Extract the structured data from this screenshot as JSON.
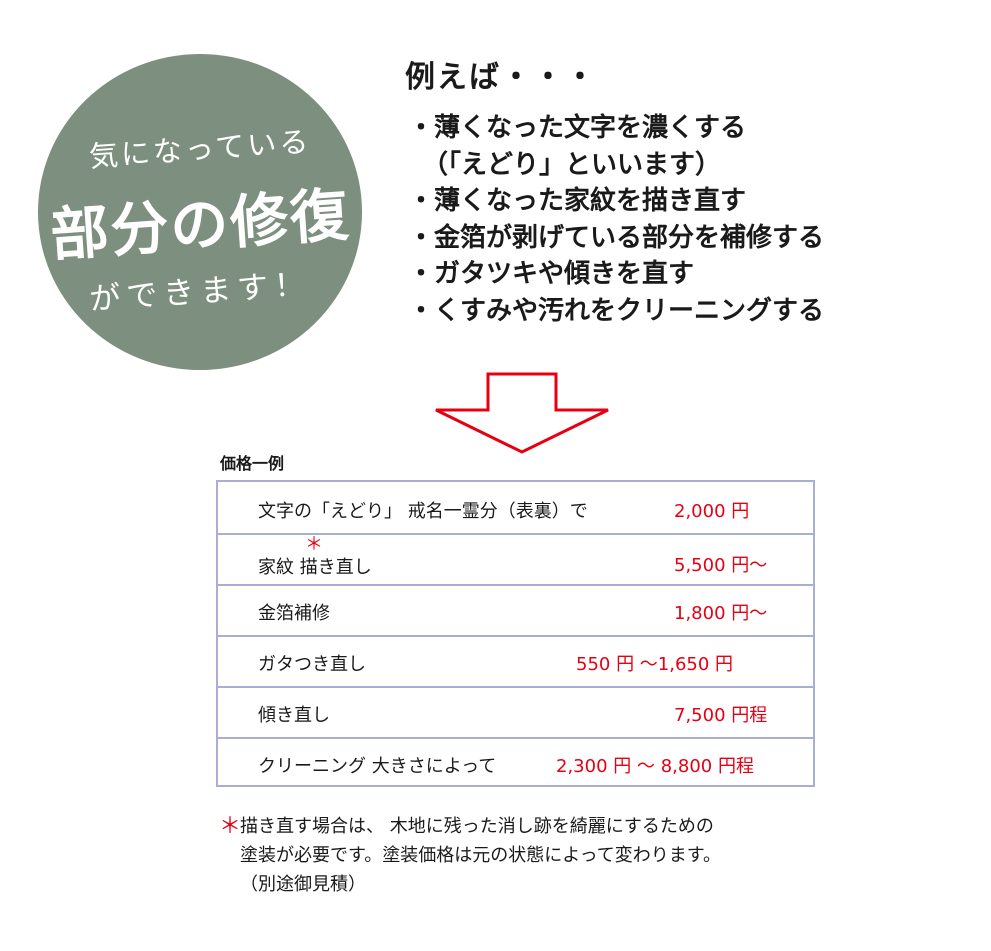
{
  "circle": {
    "line1": "気になっている",
    "line2": "部分の修復",
    "line3": "ができます！"
  },
  "examples": {
    "title": "例えば・・・",
    "items": [
      "・薄くなった文字を濃くする",
      "（「えどり」といいます）",
      "・薄くなった家紋を描き直す",
      "・金箔が剥げている部分を補修する",
      "・ガタツキや傾きを直す",
      "・くすみや汚れをクリーニングする"
    ]
  },
  "colors": {
    "circle": "#7d8f7e",
    "price": "#e60012",
    "border": "#a8aed4",
    "arrow": "#e60012"
  },
  "arrow_icon": "down-arrow-icon",
  "price_table": {
    "label": "価格一例",
    "rows": [
      {
        "item": "文字の「えどり」 戒名一霊分（表裏）で",
        "price": "2,000 円"
      },
      {
        "item": "家紋 描き直し",
        "price": "5,500 円〜",
        "mark": "＊"
      },
      {
        "item": "金箔補修",
        "price": "1,800 円〜"
      },
      {
        "item": "ガタつき直し",
        "price": "550 円 〜1,650 円"
      },
      {
        "item": "傾き直し",
        "price": "7,500 円程"
      },
      {
        "item": "クリーニング 大きさによって",
        "price": "2,300 円 〜 8,800 円程"
      }
    ]
  },
  "note": {
    "mark": "＊",
    "lines": [
      "描き直す場合は、 木地に残った消し跡を綺麗にするための",
      "塗装が必要です。塗装価格は元の状態によって変わります。",
      "（別途御見積）"
    ]
  }
}
